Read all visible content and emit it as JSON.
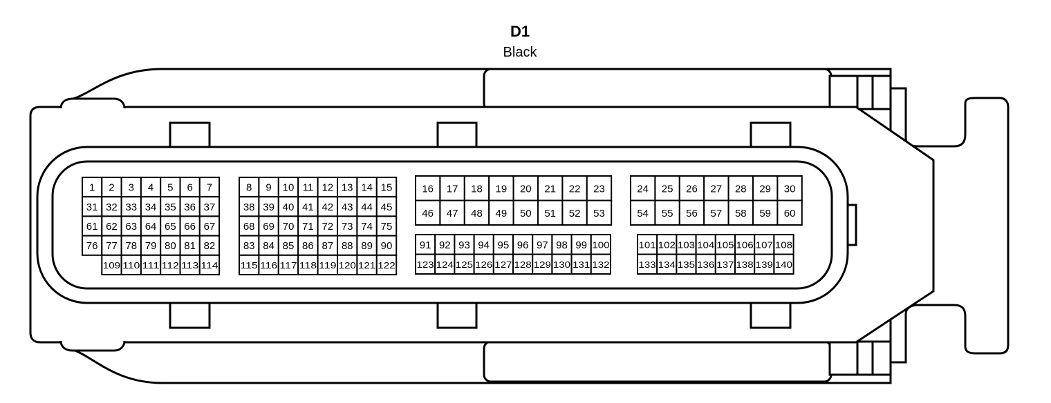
{
  "connector": {
    "id": "D1",
    "color": "Black"
  },
  "pin_blocks": [
    {
      "rows": [
        [
          1,
          2,
          3,
          4,
          5,
          6,
          7
        ],
        [
          31,
          32,
          33,
          34,
          35,
          36,
          37
        ],
        [
          61,
          62,
          63,
          64,
          65,
          66,
          67
        ],
        [
          76,
          77,
          78,
          79,
          80,
          81,
          82
        ],
        [
          null,
          109,
          110,
          111,
          112,
          113,
          114
        ]
      ]
    },
    {
      "rows": [
        [
          8,
          9,
          10,
          11,
          12,
          13,
          14,
          15
        ],
        [
          38,
          39,
          40,
          41,
          42,
          43,
          44,
          45
        ],
        [
          68,
          69,
          70,
          71,
          72,
          73,
          74,
          75
        ],
        [
          83,
          84,
          85,
          86,
          87,
          88,
          89,
          90
        ],
        [
          115,
          116,
          117,
          118,
          119,
          120,
          121,
          122
        ]
      ]
    },
    {
      "rows": [
        [
          16,
          17,
          18,
          19,
          20,
          21,
          22,
          23
        ],
        [
          46,
          47,
          48,
          49,
          50,
          51,
          52,
          53
        ]
      ]
    },
    {
      "rows": [
        [
          91,
          92,
          93,
          94,
          95,
          96,
          97,
          98,
          99,
          100
        ],
        [
          123,
          124,
          125,
          126,
          127,
          128,
          129,
          130,
          131,
          132
        ]
      ]
    },
    {
      "rows": [
        [
          24,
          25,
          26,
          27,
          28,
          29,
          30
        ],
        [
          54,
          55,
          56,
          57,
          58,
          59,
          60
        ]
      ]
    },
    {
      "rows": [
        [
          101,
          102,
          103,
          104,
          105,
          106,
          107,
          108
        ],
        [
          133,
          134,
          135,
          136,
          137,
          138,
          139,
          140
        ]
      ]
    }
  ]
}
